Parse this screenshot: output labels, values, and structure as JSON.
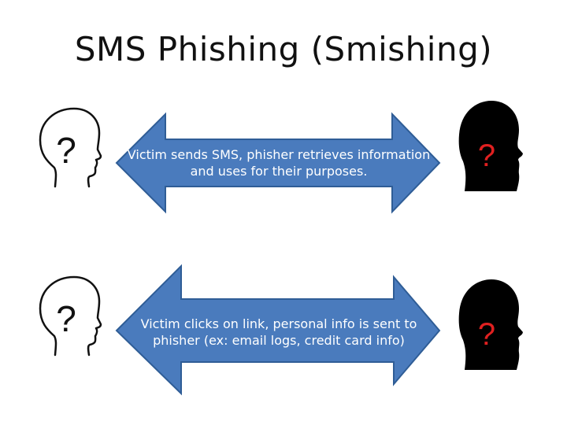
{
  "slide": {
    "title": "SMS Phishing (Smishing)"
  },
  "rows": [
    {
      "arrow_text": "Victim sends SMS, phisher retrieves information and uses for their purposes.",
      "victim_icon": "outline-head-question-icon",
      "phisher_icon": "black-head-question-icon"
    },
    {
      "arrow_text": "Victim clicks on link, personal info is sent to phisher (ex: email logs, credit card info)",
      "victim_icon": "outline-head-question-icon",
      "phisher_icon": "black-head-question-icon"
    }
  ],
  "colors": {
    "arrow_fill": "#4a7bbd",
    "arrow_stroke": "#2f5d96",
    "phisher_fill": "#000000",
    "phisher_mark": "#e02020",
    "victim_stroke": "#111111"
  },
  "glyphs": {
    "question_mark": "?"
  }
}
